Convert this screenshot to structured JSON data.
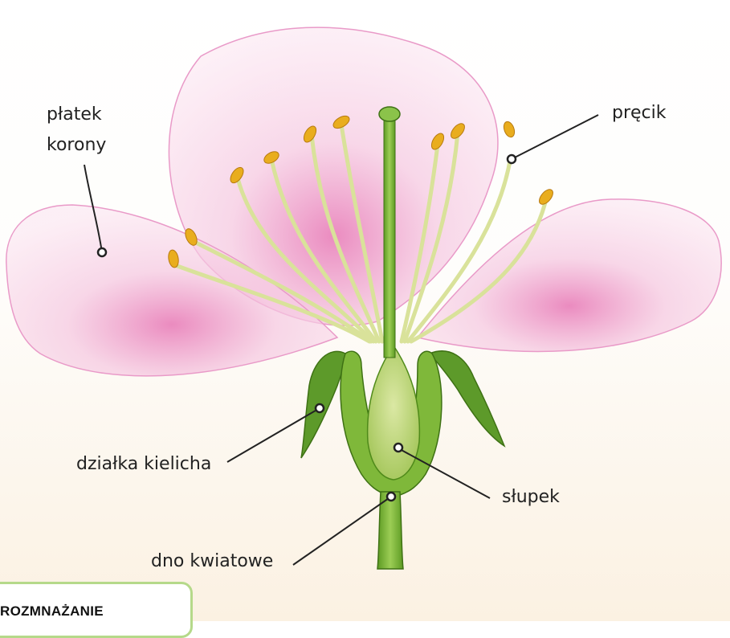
{
  "labels": {
    "petal_line1": "płatek",
    "petal_line2": "korony",
    "stamen": "pręcik",
    "sepal": "działka kielicha",
    "pistil": "słupek",
    "receptacle": "dno kwiatowe"
  },
  "section": {
    "title": "ROZMNAŻANIE"
  },
  "colors": {
    "petal": "#f2bfdc",
    "petal_edge": "#e48cc0",
    "stem": "#7fb83a",
    "anther": "#e9ad1e",
    "frame": "#b5d98a"
  }
}
